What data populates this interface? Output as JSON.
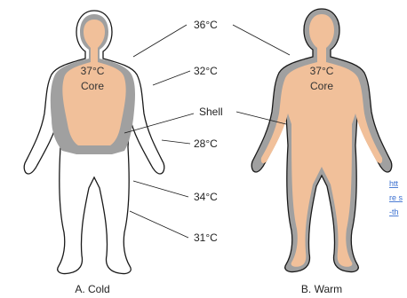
{
  "colors": {
    "core": "#f1c09a",
    "shell": "#a0a0a0",
    "outline": "#1a1a1a",
    "link": "#3a6fd0"
  },
  "figure_a": {
    "core_temp": "37°C",
    "core_label": "Core",
    "caption": "A. Cold"
  },
  "figure_b": {
    "core_temp": "37°C",
    "core_label": "Core",
    "caption": "B. Warm"
  },
  "labels": {
    "t36": "36°C",
    "t32": "32°C",
    "shell": "Shell",
    "t28": "28°C",
    "t34": "34°C",
    "t31": "31°C"
  },
  "overlay_link": {
    "line1": "htt",
    "line2": "re s",
    "line3": "-th"
  }
}
